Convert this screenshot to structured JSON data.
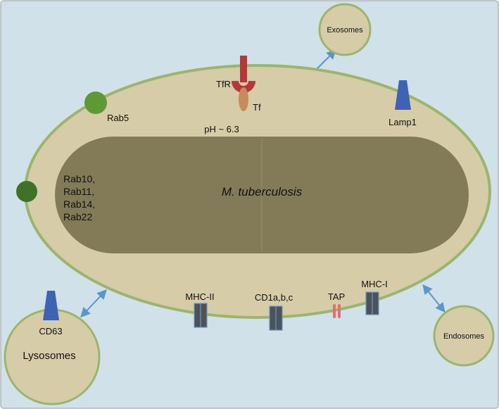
{
  "colors": {
    "background": "#d1e1e9",
    "compartment_fill": "#d6cca8",
    "compartment_stroke": "#9cb56d",
    "bacterium_fill": "#837b57",
    "rab_green": "#5e9936",
    "rab_dark_green": "#3f7127",
    "receptor_red": "#b5393b",
    "transferrin": "#c98a59",
    "marker_blue": "#3f63b4",
    "mhc_gray": "#4c5259",
    "mhc_outline": "#6f95c2",
    "tap_pink": "#e36f6f",
    "arrow_blue": "#5a97c9"
  },
  "labels": {
    "exosomes": "Exosomes",
    "tfr": "TfR",
    "tf": "Tf",
    "lamp1": "Lamp1",
    "rab5": "Rab5",
    "ph": "pH ~ 6.3",
    "rab_list": [
      "Rab10,",
      "Rab11,",
      "Rab14,",
      "Rab22"
    ],
    "bacterium": "M. tuberculosis",
    "cd63": "CD63",
    "lysosomes": "Lysosomes",
    "mhc_ii": "MHC-II",
    "cd1": "CD1a,b,c",
    "tap": "TAP",
    "mhc_i": "MHC-I",
    "endosomes": "Endosomes"
  },
  "icons": {
    "rab5": "green-circle-icon",
    "rab_other": "dark-green-circle-icon",
    "tfr": "receptor-icon",
    "tf": "transferrin-icon",
    "lamp1": "trapezoid-marker-icon",
    "cd63": "trapezoid-marker-icon",
    "mhc": "bar-pair-icon",
    "tap": "pill-pair-icon",
    "traffic": "double-arrow-icon"
  }
}
